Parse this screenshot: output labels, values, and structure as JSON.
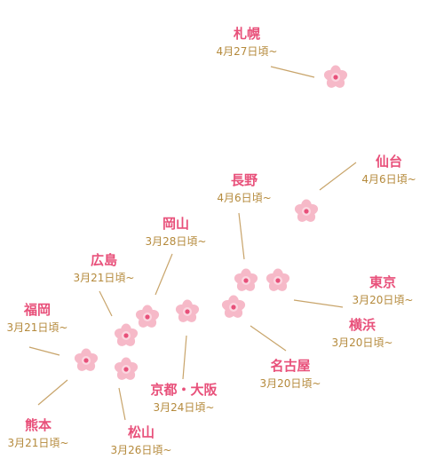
{
  "colors": {
    "name": "#e8507a",
    "date": "#b58a3c",
    "leader_line": "#c8a46a",
    "blossom": "#f6b9c8",
    "blossom_center": "#e8507a"
  },
  "cities": [
    {
      "id": "sapporo",
      "name": "札幌",
      "date": "4月27日頃~"
    },
    {
      "id": "sendai",
      "name": "仙台",
      "date": "4月6日頃~"
    },
    {
      "id": "nagano",
      "name": "長野",
      "date": "4月6日頃~"
    },
    {
      "id": "okayama",
      "name": "岡山",
      "date": "3月28日頃~"
    },
    {
      "id": "hiroshima",
      "name": "広島",
      "date": "3月21日頃~"
    },
    {
      "id": "tokyo",
      "name": "東京",
      "date": "3月20日頃~"
    },
    {
      "id": "fukuoka",
      "name": "福岡",
      "date": "3月21日頃~"
    },
    {
      "id": "yokohama",
      "name": "横浜",
      "date": "3月20日頃~"
    },
    {
      "id": "nagoya",
      "name": "名古屋",
      "date": "3月20日頃~"
    },
    {
      "id": "kyoto",
      "name": "京都・大阪",
      "date": "3月24日頃~"
    },
    {
      "id": "kumamoto",
      "name": "熊本",
      "date": "3月21日頃~"
    },
    {
      "id": "matsuyama",
      "name": "松山",
      "date": "3月26日頃~"
    }
  ]
}
